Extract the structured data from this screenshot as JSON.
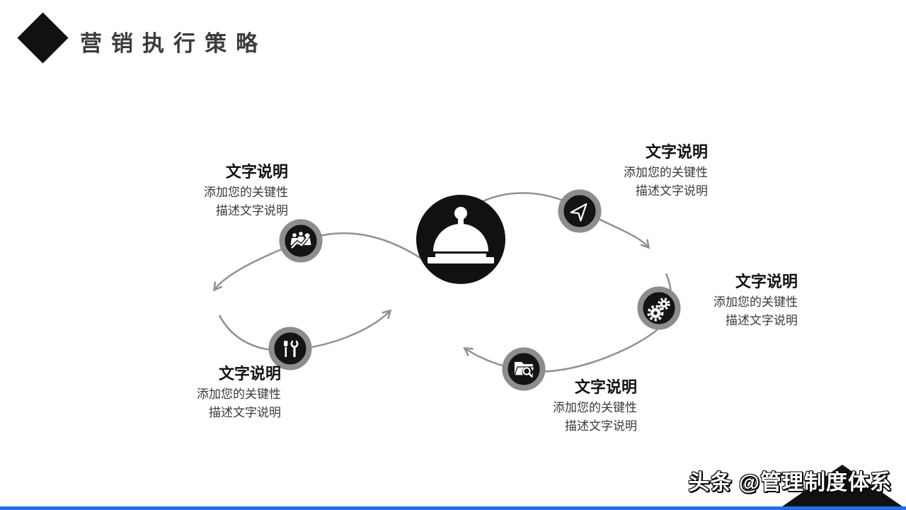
{
  "header": {
    "title": "营销执行策略",
    "icon": "diamond-icon"
  },
  "center": {
    "icon": "service-bell-icon"
  },
  "items": [
    {
      "position": "top-left",
      "icon": "team-growth-icon",
      "heading": "文字说明",
      "desc_line1": "添加您的关键性",
      "desc_line2": "描述文字说明"
    },
    {
      "position": "bottom-left",
      "icon": "tools-icon",
      "heading": "文字说明",
      "desc_line1": "添加您的关键性",
      "desc_line2": "描述文字说明"
    },
    {
      "position": "top-right",
      "icon": "paper-plane-icon",
      "heading": "文字说明",
      "desc_line1": "添加您的关键性",
      "desc_line2": "描述文字说明"
    },
    {
      "position": "right",
      "icon": "gears-icon",
      "heading": "文字说明",
      "desc_line1": "添加您的关键性",
      "desc_line2": "描述文字说明"
    },
    {
      "position": "bottom-middle",
      "icon": "folder-search-icon",
      "heading": "文字说明",
      "desc_line1": "添加您的关键性",
      "desc_line2": "描述文字说明"
    }
  ],
  "watermark": {
    "text": "头条 @管理制度体系"
  },
  "colors": {
    "circle_black": "#111111",
    "ring_gray": "#8d8d8d",
    "curve_gray": "#919191",
    "accent_bar_blue": "#1a73e8"
  }
}
